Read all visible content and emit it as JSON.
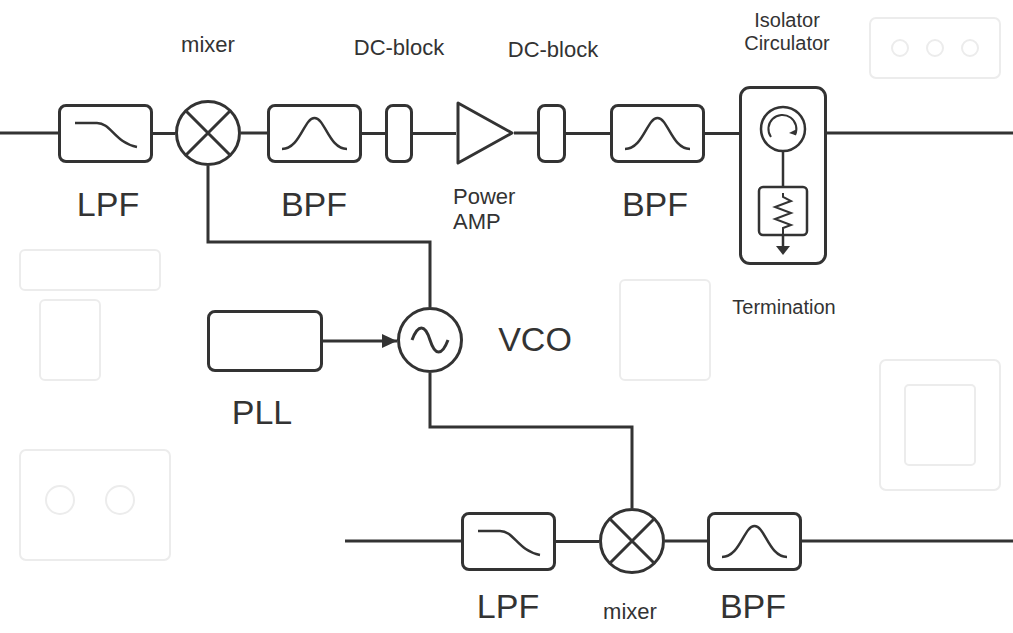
{
  "diagram": {
    "nodes": [
      {
        "text": [
          "LPF"
        ]
      },
      {
        "text": [
          "mixer"
        ]
      },
      {
        "text": [
          "BPF"
        ]
      },
      {
        "text": [
          "DC-block"
        ]
      },
      {
        "text": [
          "Power AMP"
        ]
      },
      {
        "text": [
          "DC-block"
        ]
      },
      {
        "text": [
          "BPF"
        ]
      },
      {
        "text": [
          "Isolator Circulator",
          "Termination"
        ]
      },
      {
        "text": [
          "PLL"
        ]
      },
      {
        "text": [
          "VCO"
        ]
      },
      {
        "text": [
          "LPF"
        ]
      },
      {
        "text": [
          "mixer"
        ]
      },
      {
        "text": [
          "BPF"
        ]
      }
    ],
    "edges": [
      {
        "from": 0,
        "to": 1,
        "arrow": "none"
      },
      {
        "from": 1,
        "to": 2,
        "arrow": "none"
      },
      {
        "from": 2,
        "to": 3,
        "arrow": "none"
      },
      {
        "from": 3,
        "to": 4,
        "arrow": "none"
      },
      {
        "from": 4,
        "to": 5,
        "arrow": "none"
      },
      {
        "from": 5,
        "to": 6,
        "arrow": "none"
      },
      {
        "from": 6,
        "to": 7,
        "arrow": "none"
      },
      {
        "from": 8,
        "to": 9,
        "arrow": "to"
      },
      {
        "from": 9,
        "to": 1,
        "arrow": "none"
      },
      {
        "from": 9,
        "to": 11,
        "arrow": "none"
      },
      {
        "from": 10,
        "to": 11,
        "arrow": "none"
      },
      {
        "from": 11,
        "to": 12,
        "arrow": "none"
      }
    ]
  }
}
